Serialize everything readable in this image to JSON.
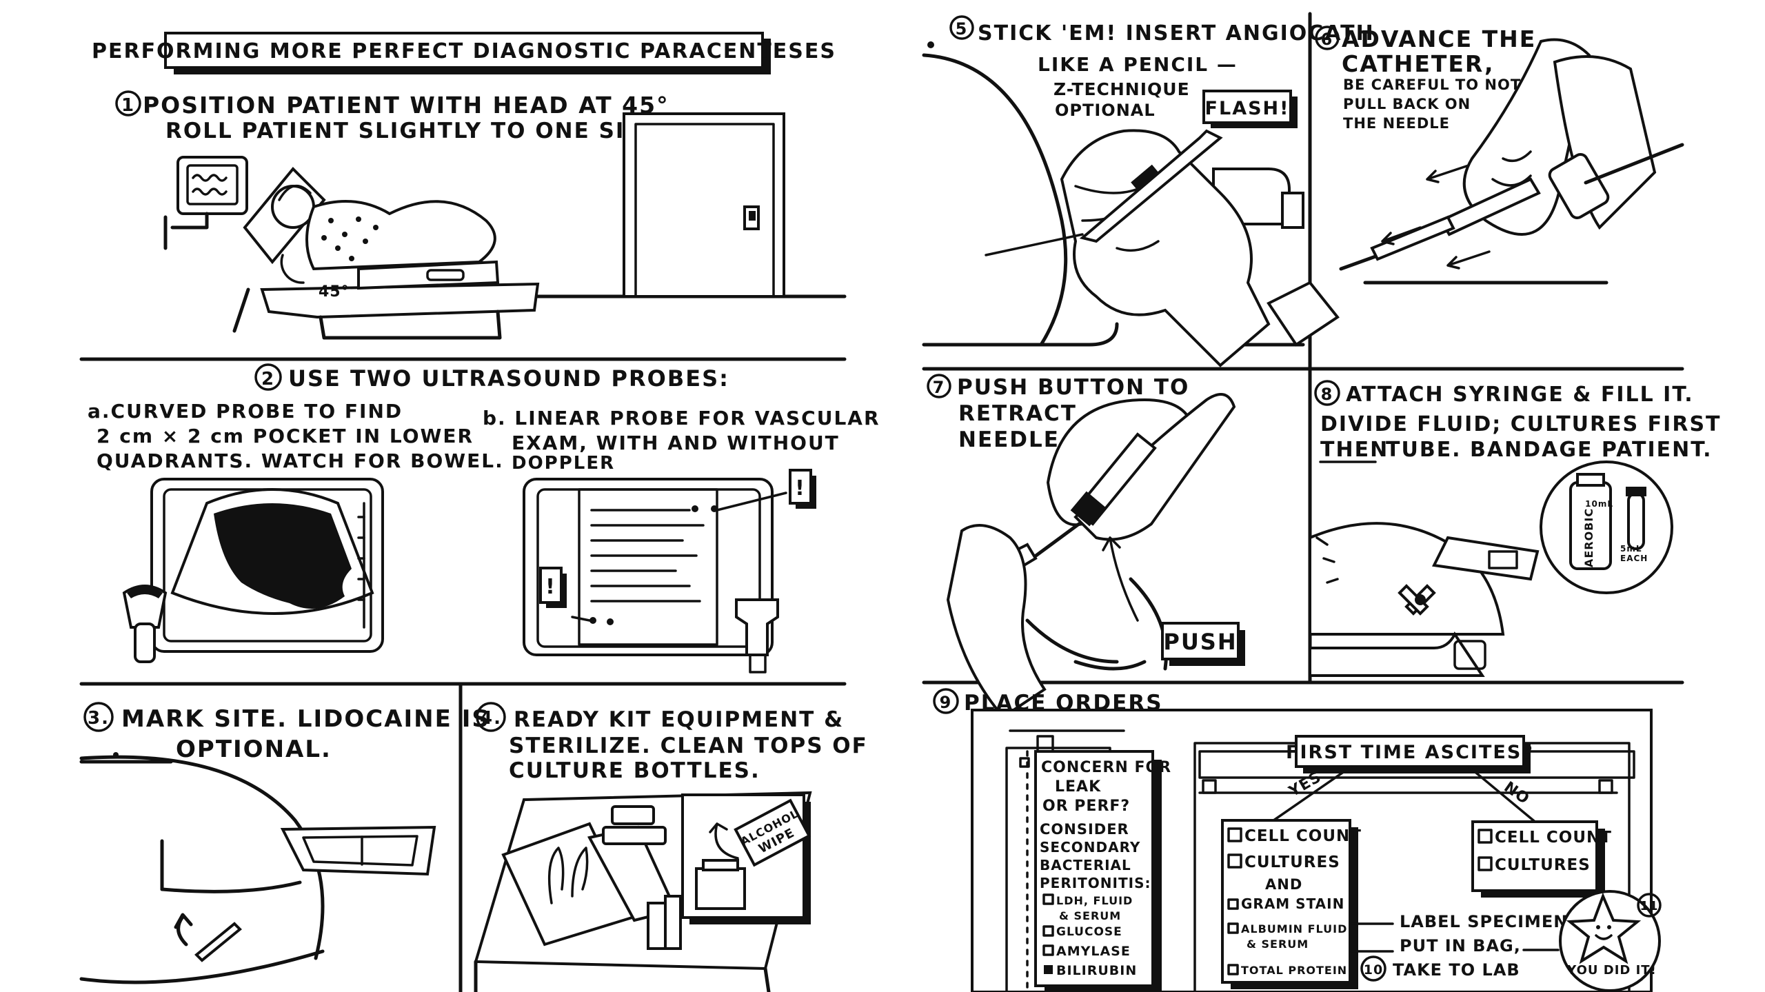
{
  "title": "PERFORMING MORE PERFECT DIAGNOSTIC PARACENTESES",
  "step1": {
    "number": "1",
    "line1": "POSITION PATIENT WITH HEAD AT 45°",
    "line2": "ROLL PATIENT SLIGHTLY TO ONE SIDE",
    "angle_label": "45°"
  },
  "step2": {
    "number": "2",
    "heading": "USE TWO ULTRASOUND PROBES:",
    "a_line1": "a.CURVED PROBE TO FIND",
    "a_line2": "2 cm × 2 cm POCKET IN LOWER",
    "a_line3": "QUADRANTS. WATCH FOR BOWEL.",
    "b_line1": "b. LINEAR PROBE FOR VASCULAR",
    "b_line2": "EXAM, WITH AND WITHOUT",
    "b_line3": "DOPPLER",
    "alert1": "!",
    "alert2": "!"
  },
  "step3": {
    "number": "3.",
    "line1": "MARK SITE. LIDOCAINE IS",
    "line2": "OPTIONAL."
  },
  "step4": {
    "number": "4.",
    "line1": "READY KIT EQUIPMENT &",
    "line2": "STERILIZE. CLEAN TOPS OF",
    "line3": "CULTURE BOTTLES.",
    "wipe_line1": "ALCOHOL",
    "wipe_line2": "WIPE"
  },
  "step5": {
    "number": "5",
    "line1": "STICK 'EM! INSERT ANGIOCATH",
    "line2": "LIKE A PENCIL —",
    "line3": "Z-TECHNIQUE",
    "line4": "OPTIONAL",
    "flash": "FLASH!"
  },
  "step6": {
    "number": "6",
    "line1": "ADVANCE THE",
    "line2": "CATHETER,",
    "note1": "BE CAREFUL TO NOT",
    "note2": "PULL BACK ON",
    "note3": "THE NEEDLE"
  },
  "step7": {
    "number": "7",
    "line1": "PUSH BUTTON TO",
    "line2": "RETRACT",
    "line3": "NEEDLE",
    "push": "PUSH"
  },
  "step8": {
    "number": "8",
    "line1": "ATTACH SYRINGE & FILL IT.",
    "line2a": "DIVIDE FLUID; CULTURES FIRST",
    "line3_then": "THEN",
    "line3_rest": "TUBE. BANDAGE PATIENT.",
    "bottle_label": "AEROBIC",
    "vol1": "10mL",
    "vol2a": "5mL",
    "vol2b": "EACH"
  },
  "step9": {
    "number": "9",
    "heading": "PLACE ORDERS",
    "question": "FIRST TIME ASCITES?",
    "yes": "YES",
    "no": "NO",
    "concern_lines": [
      "CONCERN FOR",
      "LEAK",
      "OR PERF?",
      "CONSIDER",
      "SECONDARY",
      "BACTERIAL",
      "PERITONITIS:"
    ],
    "concern_items": [
      "LDH, FLUID",
      "& SERUM",
      "GLUCOSE",
      "AMYLASE",
      "BILIRUBIN"
    ],
    "yes_items": [
      "CELL COUNT",
      "CULTURES",
      "AND",
      "GRAM STAIN",
      "ALBUMIN FLUID",
      "& SERUM",
      "TOTAL PROTEIN"
    ],
    "no_items": [
      "CELL COUNT",
      "CULTURES"
    ]
  },
  "step10": {
    "number": "10",
    "line1": "LABEL SPECIMENS",
    "line2": "PUT IN BAG,",
    "line3": "TAKE TO LAB"
  },
  "step11": {
    "number": "11",
    "line1": "YOU DID IT!"
  }
}
